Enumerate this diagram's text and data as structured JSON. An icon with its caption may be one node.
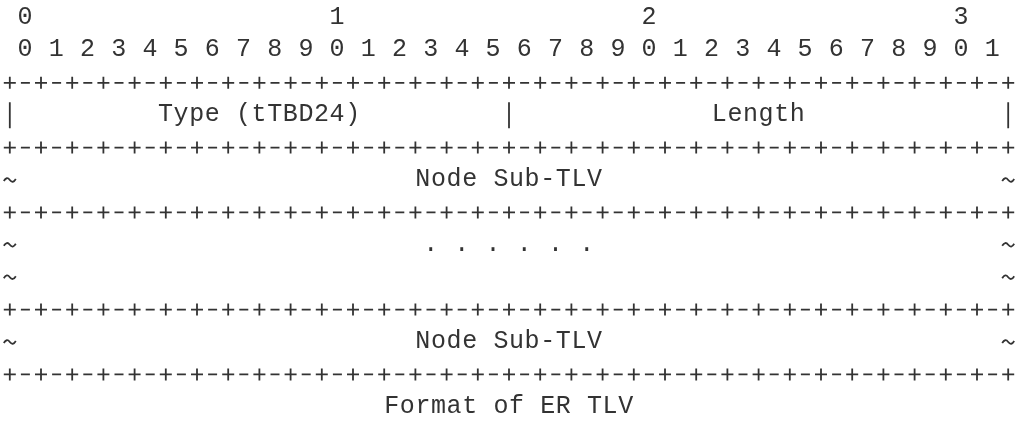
{
  "diagram": {
    "caption": "Format of ER TLV",
    "nodes": [
      {
        "text": [
          "Type (tTBD24)"
        ]
      },
      {
        "text": [
          "Length"
        ]
      },
      {
        "text": [
          "Node Sub-TLV"
        ]
      },
      {
        "text": [
          ". . . . . ."
        ]
      },
      {
        "text": [
          "Node Sub-TLV"
        ]
      }
    ],
    "labels": [
      "0",
      "1",
      "2",
      "3",
      "0",
      "1",
      "2",
      "3",
      "4",
      "5",
      "6",
      "7",
      "8",
      "9",
      "0",
      "1",
      "2",
      "3",
      "4",
      "5",
      "6",
      "7",
      "8",
      "9",
      "0",
      "1",
      "2",
      "3",
      "4",
      "5",
      "6",
      "7",
      "8",
      "9",
      "0",
      "1"
    ]
  }
}
